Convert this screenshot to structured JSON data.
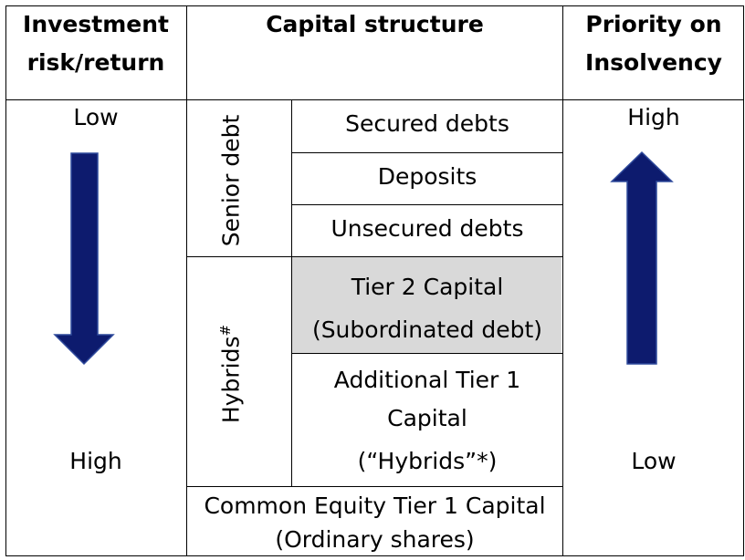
{
  "header": {
    "col1": [
      "Investment",
      "risk/return"
    ],
    "col2": "Capital structure",
    "col3": [
      "Priority on",
      "Insolvency"
    ]
  },
  "risk_column": {
    "top": "Low",
    "bottom": "High",
    "arrow_direction": "down"
  },
  "priority_column": {
    "top": "High",
    "bottom": "Low",
    "arrow_direction": "up"
  },
  "groups": {
    "senior": "Senior debt",
    "hybrids": "Hybrids",
    "hybrids_mark": "#"
  },
  "layers": {
    "secured": "Secured debts",
    "deposits": "Deposits",
    "unsecured": "Unsecured debts",
    "tier2": [
      "Tier 2 Capital",
      "(Subordinated debt)"
    ],
    "at1": [
      "Additional Tier 1",
      "Capital",
      "(“Hybrids”*)"
    ],
    "cet1": [
      "Common Equity Tier 1 Capital",
      "(Ordinary shares)"
    ]
  },
  "colors": {
    "arrow_fill": "#0d1b6e",
    "arrow_stroke": "#2f4a9c",
    "tier2_fill": "#d9d9d9",
    "grid": "#000000"
  }
}
